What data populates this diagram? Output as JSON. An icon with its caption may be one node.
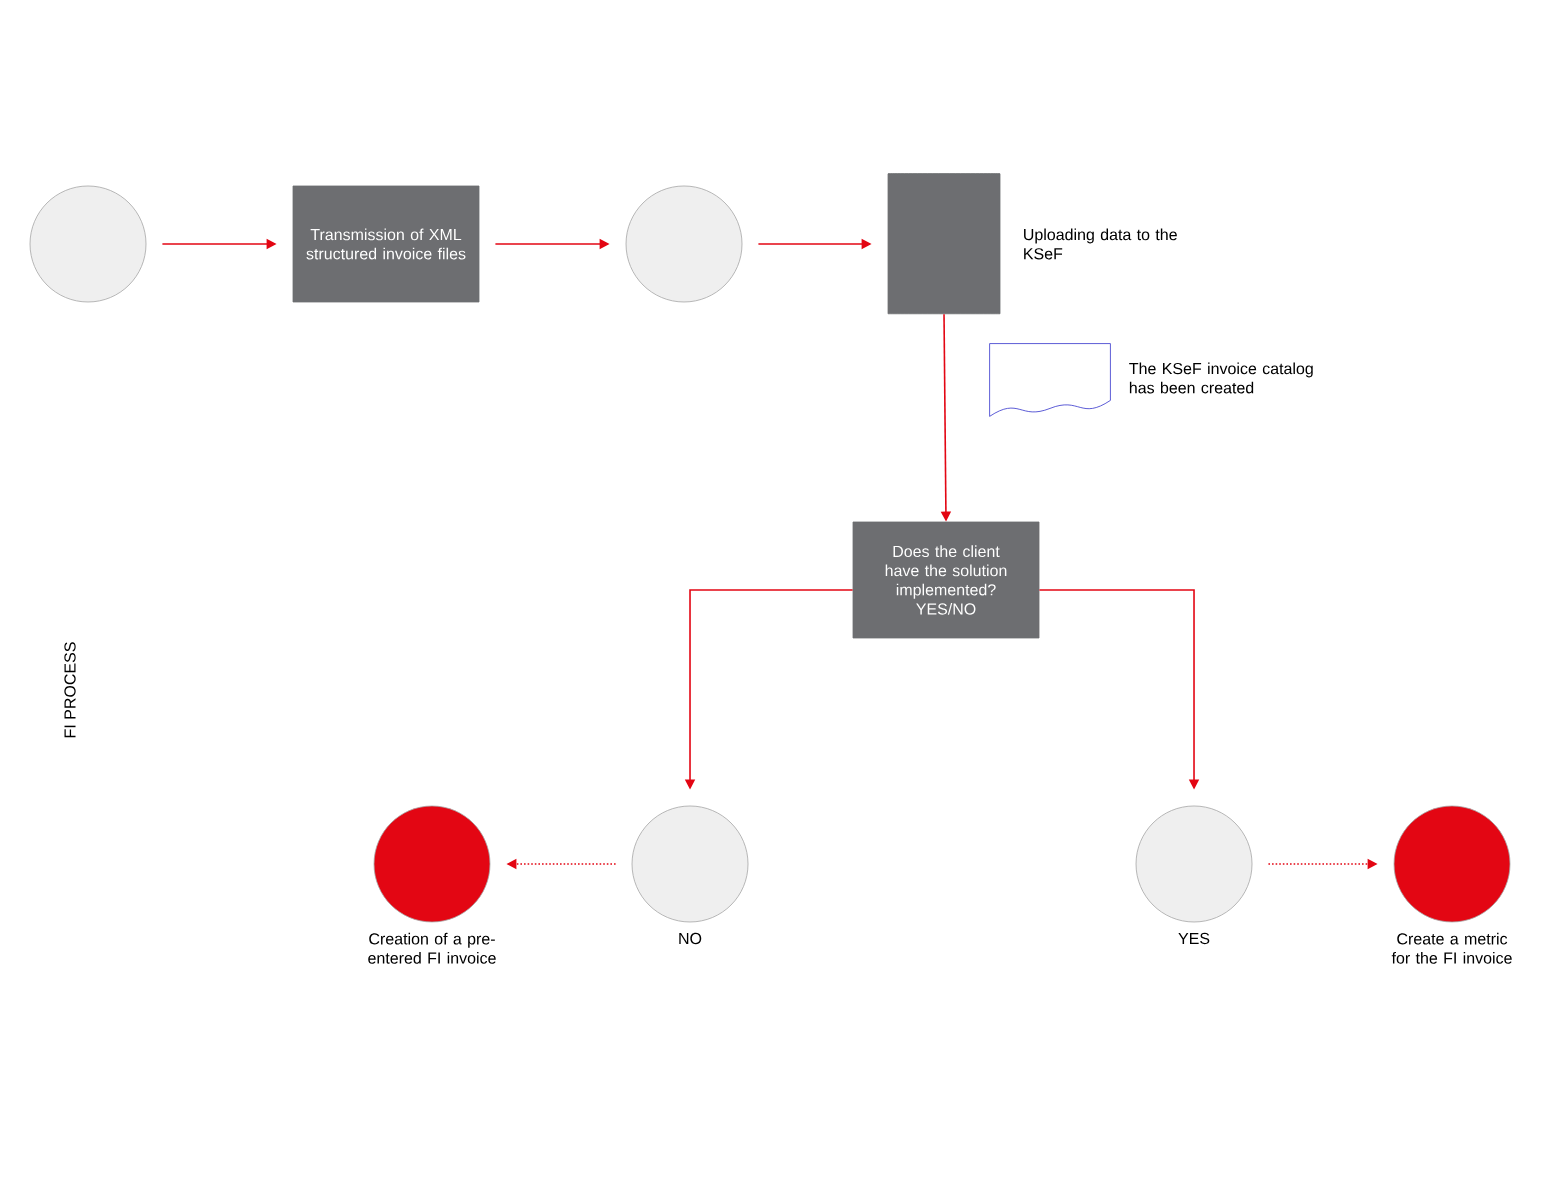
{
  "diagram": {
    "nodes": [
      {
        "text": [],
        "shape": "circle"
      },
      {
        "text": [
          "Transmission of XML structured invoice files"
        ]
      },
      {
        "text": [],
        "shape": "circle"
      },
      {
        "text": [],
        "shape": "cylinder",
        "beside": [
          "Uploading data to the KSeF"
        ]
      },
      {
        "text": [],
        "shape": "document",
        "beside": [
          "The KSeF invoice catalog has been created"
        ]
      },
      {
        "text": [
          "Does the client have the solution implemented? YES/NO"
        ]
      },
      {
        "text": [],
        "shape": "circle",
        "beside": [
          "NO"
        ]
      },
      {
        "text": [],
        "shape": "circle",
        "beside": [
          "Creation of a pre-entered FI invoice"
        ]
      },
      {
        "text": [],
        "shape": "circle",
        "beside": [
          "YES"
        ]
      },
      {
        "text": [],
        "shape": "circle",
        "beside": [
          "Create a metric for the FI invoice"
        ]
      }
    ],
    "edges": [
      {
        "from": 0,
        "to": 1,
        "arrow": "to"
      },
      {
        "from": 1,
        "to": 2,
        "arrow": "to"
      },
      {
        "from": 2,
        "to": 3,
        "arrow": "to"
      },
      {
        "from": 3,
        "to": 5,
        "arrow": "to"
      },
      {
        "from": 5,
        "to": 6,
        "arrow": "to"
      },
      {
        "from": 5,
        "to": 8,
        "arrow": "to"
      },
      {
        "from": 6,
        "to": 7,
        "arrow": "to",
        "style": "dashed"
      },
      {
        "from": 8,
        "to": 9,
        "arrow": "to",
        "style": "dashed"
      }
    ],
    "labels": [
      "FI PROCESS"
    ]
  }
}
